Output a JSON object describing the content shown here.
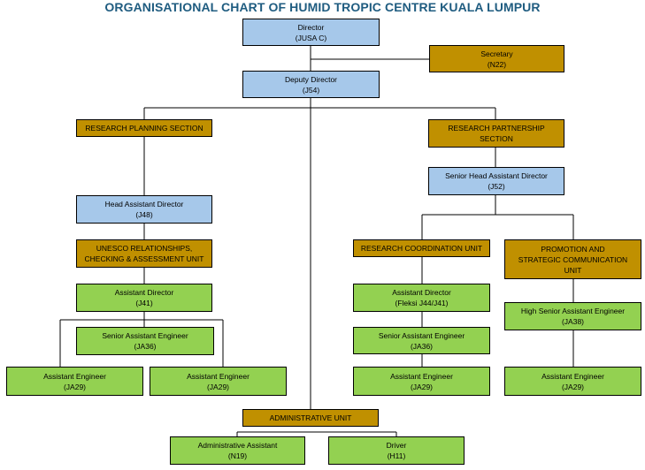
{
  "title": "ORGANISATIONAL CHART OF HUMID TROPIC CENTRE KUALA LUMPUR",
  "colors": {
    "blue": "#a6c8ea",
    "gold": "#c09000",
    "green": "#93d151",
    "title": "#1f5c80"
  },
  "nodes": {
    "director": {
      "name": "Director",
      "grade": "(JUSA C)"
    },
    "secretary": {
      "name": "Secretary",
      "grade": "(N22)"
    },
    "deputy_director": {
      "name": "Deputy Director",
      "grade": "(J54)"
    },
    "research_planning": {
      "name": "RESEARCH PLANNING SECTION"
    },
    "research_partnership": {
      "line1": "RESEARCH PARTNERSHIP",
      "line2": "SECTION"
    },
    "senior_head_assistant_director": {
      "name": "Senior Head Assistant Director",
      "grade": "(J52)"
    },
    "head_assistant_director": {
      "name": "Head Assistant Director",
      "grade": "(J48)"
    },
    "unesco_unit": {
      "line1": "UNESCO RELATIONSHIPS,",
      "line2": "CHECKING & ASSESSMENT UNIT"
    },
    "research_coordination": {
      "name": "RESEARCH COORDINATION UNIT"
    },
    "promotion_unit": {
      "line1": "PROMOTION AND",
      "line2": "STRATEGIC COMMUNICATION",
      "line3": "UNIT"
    },
    "assistant_director_left": {
      "name": "Assistant Director",
      "grade": "(J41)"
    },
    "assistant_director_mid": {
      "name": "Assistant Director",
      "grade": "(Fleksi J44/J41)"
    },
    "high_senior_assistant_engineer": {
      "name": "High Senior Assistant Engineer",
      "grade": "(JA38)"
    },
    "senior_assistant_engineer_left": {
      "name": "Senior Assistant Engineer",
      "grade": "(JA36)"
    },
    "senior_assistant_engineer_mid": {
      "name": "Senior Assistant Engineer",
      "grade": "(JA36)"
    },
    "assistant_engineer_1": {
      "name": "Assistant Engineer",
      "grade": "(JA29)"
    },
    "assistant_engineer_2": {
      "name": "Assistant Engineer",
      "grade": "(JA29)"
    },
    "assistant_engineer_3": {
      "name": "Assistant Engineer",
      "grade": "(JA29)"
    },
    "assistant_engineer_4": {
      "name": "Assistant Engineer",
      "grade": "(JA29)"
    },
    "administrative_unit": {
      "name": "ADMINISTRATIVE UNIT"
    },
    "administrative_assistant": {
      "name": "Administrative Assistant",
      "grade": "(N19)"
    },
    "driver": {
      "name": "Driver",
      "grade": "(H11)"
    }
  }
}
